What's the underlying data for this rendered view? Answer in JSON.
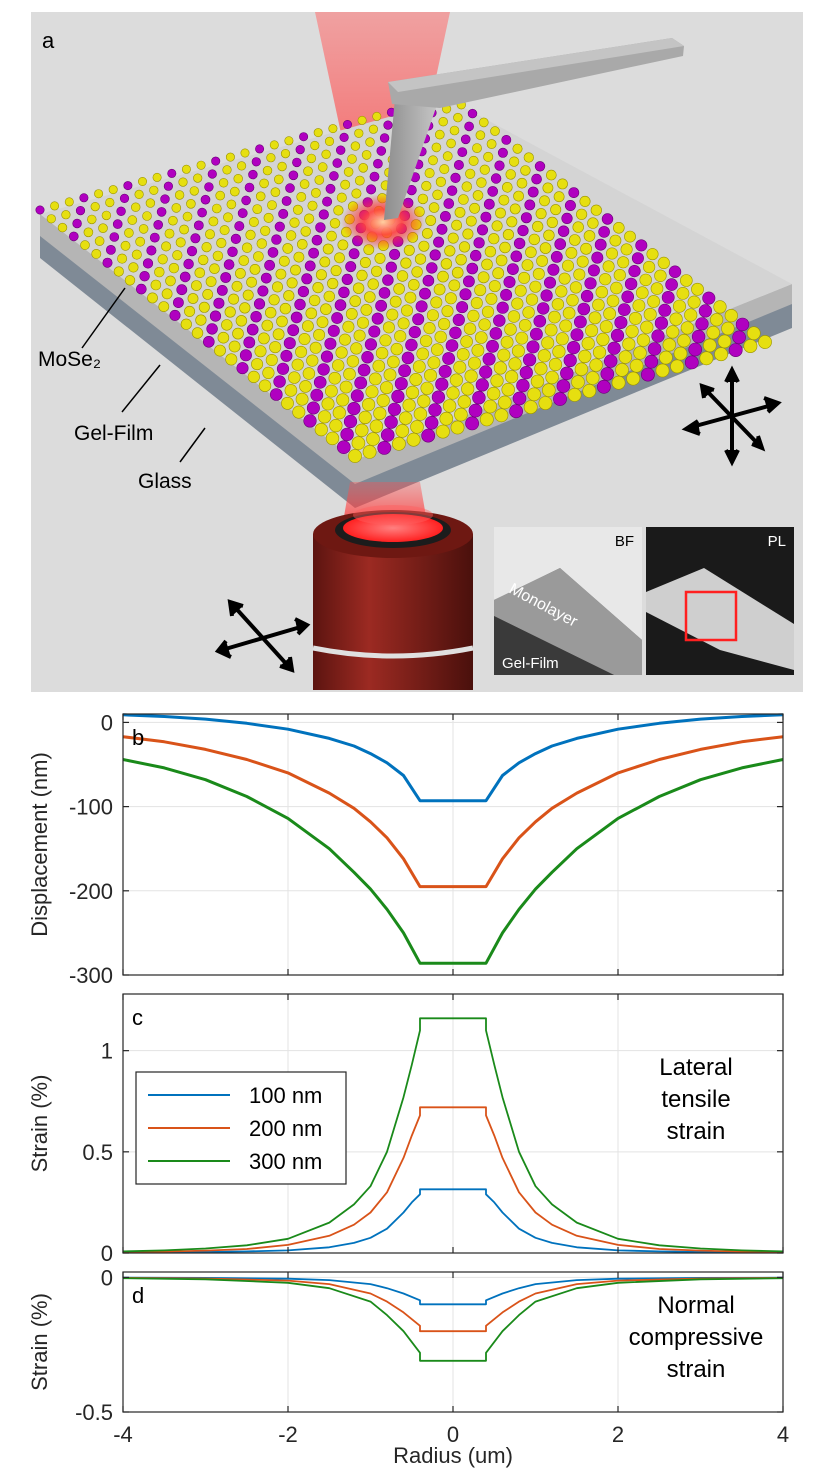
{
  "panel_a": {
    "label": "a",
    "layer_labels": [
      "MoSe₂",
      "Gel-Film",
      "Glass"
    ],
    "inset_bf": {
      "tag": "BF",
      "region_label": "Monolayer",
      "substrate_label": "Gel-Film"
    },
    "inset_pl": {
      "tag": "PL"
    },
    "icons": [
      "translation-axes-3d-icon",
      "translation-axes-2d-icon"
    ],
    "colors": {
      "background": "#dcdcdc",
      "selenium": "#e6df10",
      "molybdenum": "#b000c0",
      "laser": "#ff4040",
      "objective": "#8a1f1a"
    }
  },
  "chart_data": [
    {
      "type": "line",
      "panel_label": "b",
      "xlabel": "",
      "ylabel": "Displacement (nm)",
      "xlim": [
        -4,
        4
      ],
      "ylim": [
        -300,
        10
      ],
      "yticks": [
        0,
        -100,
        -200,
        -300
      ],
      "grid": true,
      "series": [
        {
          "indent_nm": 100,
          "color": "#0072bd",
          "x": [
            -4,
            -3.5,
            -3,
            -2.5,
            -2,
            -1.5,
            -1.2,
            -1,
            -0.8,
            -0.6,
            -0.4,
            0.4,
            0.6,
            0.8,
            1,
            1.2,
            1.5,
            2,
            2.5,
            3,
            3.5,
            4
          ],
          "y": [
            9,
            7,
            4,
            -1,
            -8,
            -19,
            -28,
            -37,
            -48,
            -63,
            -93,
            -93,
            -63,
            -48,
            -37,
            -28,
            -19,
            -8,
            -1,
            4,
            7,
            9
          ]
        },
        {
          "indent_nm": 200,
          "color": "#d95319",
          "x": [
            -4,
            -3.5,
            -3,
            -2.5,
            -2,
            -1.5,
            -1.2,
            -1,
            -0.8,
            -0.6,
            -0.4,
            0.4,
            0.6,
            0.8,
            1,
            1.2,
            1.5,
            2,
            2.5,
            3,
            3.5,
            4
          ],
          "y": [
            -17,
            -23,
            -32,
            -44,
            -60,
            -84,
            -102,
            -118,
            -137,
            -162,
            -195,
            -195,
            -162,
            -137,
            -118,
            -102,
            -84,
            -60,
            -44,
            -32,
            -23,
            -17
          ]
        },
        {
          "indent_nm": 300,
          "color": "#1a8a1a",
          "x": [
            -4,
            -3.5,
            -3,
            -2.5,
            -2,
            -1.5,
            -1.2,
            -1,
            -0.8,
            -0.6,
            -0.4,
            0.4,
            0.6,
            0.8,
            1,
            1.2,
            1.5,
            2,
            2.5,
            3,
            3.5,
            4
          ],
          "y": [
            -44,
            -54,
            -68,
            -88,
            -114,
            -150,
            -178,
            -198,
            -222,
            -250,
            -286,
            -286,
            -250,
            -222,
            -198,
            -178,
            -150,
            -114,
            -88,
            -68,
            -54,
            -44
          ]
        }
      ]
    },
    {
      "type": "line",
      "panel_label": "c",
      "xlabel": "",
      "ylabel": "Strain (%)",
      "xlim": [
        -4,
        4
      ],
      "ylim": [
        0,
        1.28
      ],
      "yticks": [
        0,
        0.5,
        1
      ],
      "grid": true,
      "annotation": [
        "Lateral",
        "tensile",
        "strain"
      ],
      "legend": {
        "position": "left",
        "entries": [
          "100 nm",
          "200 nm",
          "300 nm"
        ]
      },
      "series": [
        {
          "name": "100 nm",
          "color": "#0072bd",
          "x": [
            -4,
            -3.5,
            -3,
            -2.5,
            -2,
            -1.5,
            -1.2,
            -1,
            -0.8,
            -0.6,
            -0.5,
            -0.4,
            -0.4,
            0.4,
            0.4,
            0.5,
            0.6,
            0.8,
            1,
            1.2,
            1.5,
            2,
            2.5,
            3,
            3.5,
            4
          ],
          "y": [
            0.002,
            0.003,
            0.005,
            0.008,
            0.013,
            0.028,
            0.05,
            0.075,
            0.12,
            0.2,
            0.25,
            0.29,
            0.315,
            0.315,
            0.29,
            0.25,
            0.2,
            0.12,
            0.075,
            0.05,
            0.028,
            0.013,
            0.008,
            0.005,
            0.003,
            0.002
          ]
        },
        {
          "name": "200 nm",
          "color": "#d95319",
          "x": [
            -4,
            -3.5,
            -3,
            -2.5,
            -2,
            -1.5,
            -1.2,
            -1,
            -0.8,
            -0.6,
            -0.5,
            -0.4,
            -0.4,
            0.4,
            0.4,
            0.5,
            0.6,
            0.8,
            1,
            1.2,
            1.5,
            2,
            2.5,
            3,
            3.5,
            4
          ],
          "y": [
            0.004,
            0.007,
            0.012,
            0.02,
            0.04,
            0.085,
            0.14,
            0.2,
            0.3,
            0.47,
            0.58,
            0.68,
            0.72,
            0.72,
            0.68,
            0.58,
            0.47,
            0.3,
            0.2,
            0.14,
            0.085,
            0.04,
            0.02,
            0.012,
            0.007,
            0.004
          ]
        },
        {
          "name": "300 nm",
          "color": "#1a8a1a",
          "x": [
            -4,
            -3.5,
            -3,
            -2.5,
            -2,
            -1.5,
            -1.2,
            -1,
            -0.8,
            -0.6,
            -0.5,
            -0.4,
            -0.4,
            0.4,
            0.4,
            0.5,
            0.6,
            0.8,
            1,
            1.2,
            1.5,
            2,
            2.5,
            3,
            3.5,
            4
          ],
          "y": [
            0.008,
            0.013,
            0.022,
            0.038,
            0.07,
            0.15,
            0.24,
            0.33,
            0.5,
            0.77,
            0.93,
            1.1,
            1.16,
            1.16,
            1.1,
            0.93,
            0.77,
            0.5,
            0.33,
            0.24,
            0.15,
            0.07,
            0.038,
            0.022,
            0.013,
            0.008
          ]
        }
      ]
    },
    {
      "type": "line",
      "panel_label": "d",
      "xlabel": "Radius (um)",
      "ylabel": "Strain (%)",
      "xlim": [
        -4,
        4
      ],
      "ylim": [
        -0.5,
        0.02
      ],
      "xticks": [
        -4,
        -2,
        0,
        2,
        4
      ],
      "yticks": [
        0,
        -0.5
      ],
      "grid": true,
      "annotation": [
        "Normal",
        "compressive",
        "strain"
      ],
      "series": [
        {
          "indent_nm": 100,
          "color": "#0072bd",
          "x": [
            -4,
            -3,
            -2,
            -1.5,
            -1,
            -0.8,
            -0.6,
            -0.4,
            -0.4,
            0.4,
            0.4,
            0.6,
            0.8,
            1,
            1.5,
            2,
            3,
            4
          ],
          "y": [
            -0.001,
            -0.002,
            -0.005,
            -0.01,
            -0.025,
            -0.04,
            -0.06,
            -0.085,
            -0.1,
            -0.1,
            -0.085,
            -0.06,
            -0.04,
            -0.025,
            -0.01,
            -0.005,
            -0.002,
            -0.001
          ]
        },
        {
          "indent_nm": 200,
          "color": "#d95319",
          "x": [
            -4,
            -3,
            -2,
            -1.5,
            -1,
            -0.8,
            -0.6,
            -0.4,
            -0.4,
            0.4,
            0.4,
            0.6,
            0.8,
            1,
            1.5,
            2,
            3,
            4
          ],
          "y": [
            -0.002,
            -0.004,
            -0.012,
            -0.025,
            -0.06,
            -0.09,
            -0.13,
            -0.18,
            -0.2,
            -0.2,
            -0.18,
            -0.13,
            -0.09,
            -0.06,
            -0.025,
            -0.012,
            -0.004,
            -0.002
          ]
        },
        {
          "indent_nm": 300,
          "color": "#1a8a1a",
          "x": [
            -4,
            -3,
            -2,
            -1.5,
            -1,
            -0.8,
            -0.6,
            -0.4,
            -0.4,
            0.4,
            0.4,
            0.6,
            0.8,
            1,
            1.5,
            2,
            3,
            4
          ],
          "y": [
            -0.003,
            -0.007,
            -0.02,
            -0.04,
            -0.09,
            -0.14,
            -0.2,
            -0.28,
            -0.31,
            -0.31,
            -0.28,
            -0.2,
            -0.14,
            -0.09,
            -0.04,
            -0.02,
            -0.007,
            -0.003
          ]
        }
      ]
    }
  ]
}
